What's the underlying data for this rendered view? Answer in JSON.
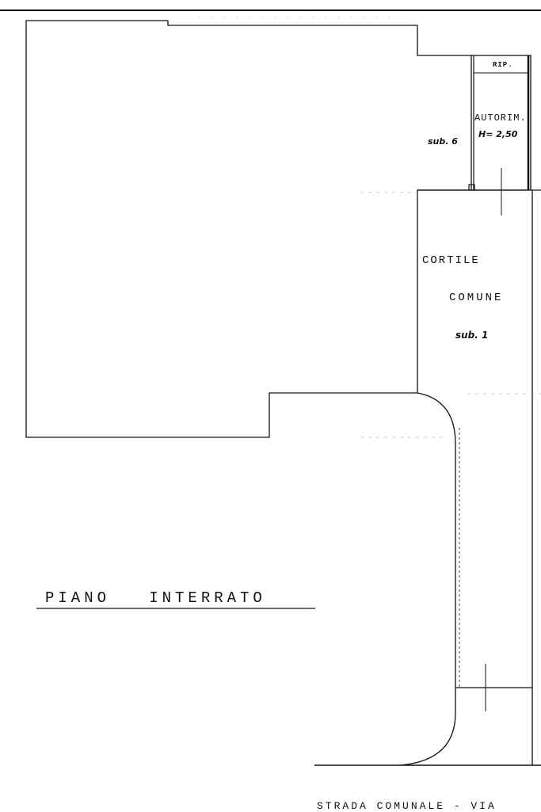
{
  "labels": {
    "rip": "RIP.",
    "autorim": "AUTORIM.",
    "height": "H= 2,50",
    "sub6": "sub. 6",
    "cortile": "CORTILE",
    "comune": "COMUNE",
    "sub1": "sub. 1",
    "title": "PIANO   INTERRATO",
    "street": "STRADA COMUNALE - VIA"
  },
  "colors": {
    "ink": "#111111",
    "paper": "#ffffff"
  }
}
